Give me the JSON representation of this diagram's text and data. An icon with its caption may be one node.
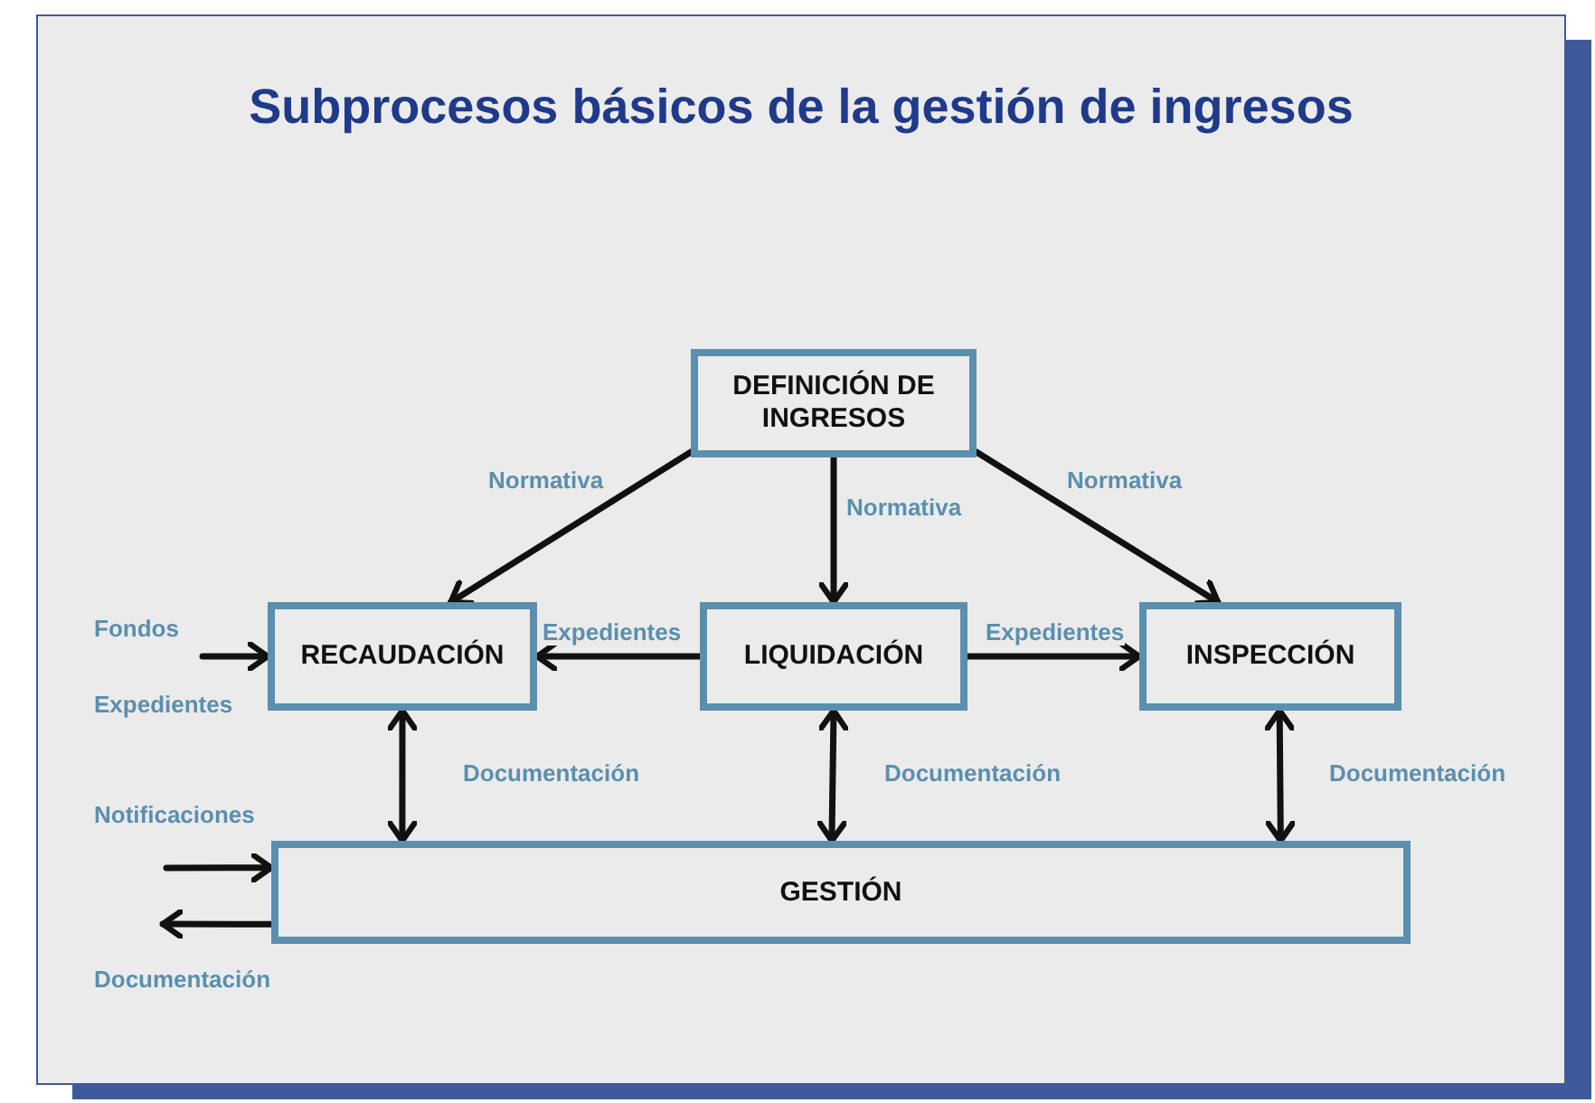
{
  "diagram": {
    "title": "Subprocesos básicos de la gestión de ingresos",
    "nodes": [
      {
        "text": [
          "DEFINICIÓN DE INGRESOS"
        ]
      },
      {
        "text": [
          "RECAUDACIÓN"
        ]
      },
      {
        "text": [
          "LIQUIDACIÓN"
        ]
      },
      {
        "text": [
          "INSPECCIÓN"
        ]
      },
      {
        "text": [
          "GESTIÓN"
        ]
      }
    ],
    "edges": [
      {
        "from": 0,
        "to": 1,
        "arrow": "to",
        "label": "Normativa"
      },
      {
        "from": 0,
        "to": 2,
        "arrow": "to",
        "label": "Normativa"
      },
      {
        "from": 0,
        "to": 3,
        "arrow": "to",
        "label": "Normativa"
      },
      {
        "from": 2,
        "to": 1,
        "arrow": "to",
        "label": "Expedientes"
      },
      {
        "from": 2,
        "to": 3,
        "arrow": "to",
        "label": "Expedientes"
      },
      {
        "from": null,
        "to": 1,
        "arrow": "to",
        "label": "Fondos"
      },
      {
        "from": 1,
        "to": 4,
        "arrow": "both",
        "label": "Documentación"
      },
      {
        "from": 2,
        "to": 4,
        "arrow": "both",
        "label": "Documentación"
      },
      {
        "from": 3,
        "to": 4,
        "arrow": "both",
        "label": "Documentación"
      },
      {
        "from": null,
        "to": 4,
        "arrow": "to",
        "label": "Notificaciones"
      },
      {
        "from": 4,
        "to": null,
        "arrow": "to",
        "label": "Documentación"
      }
    ],
    "labels": [
      "Expedientes"
    ]
  }
}
